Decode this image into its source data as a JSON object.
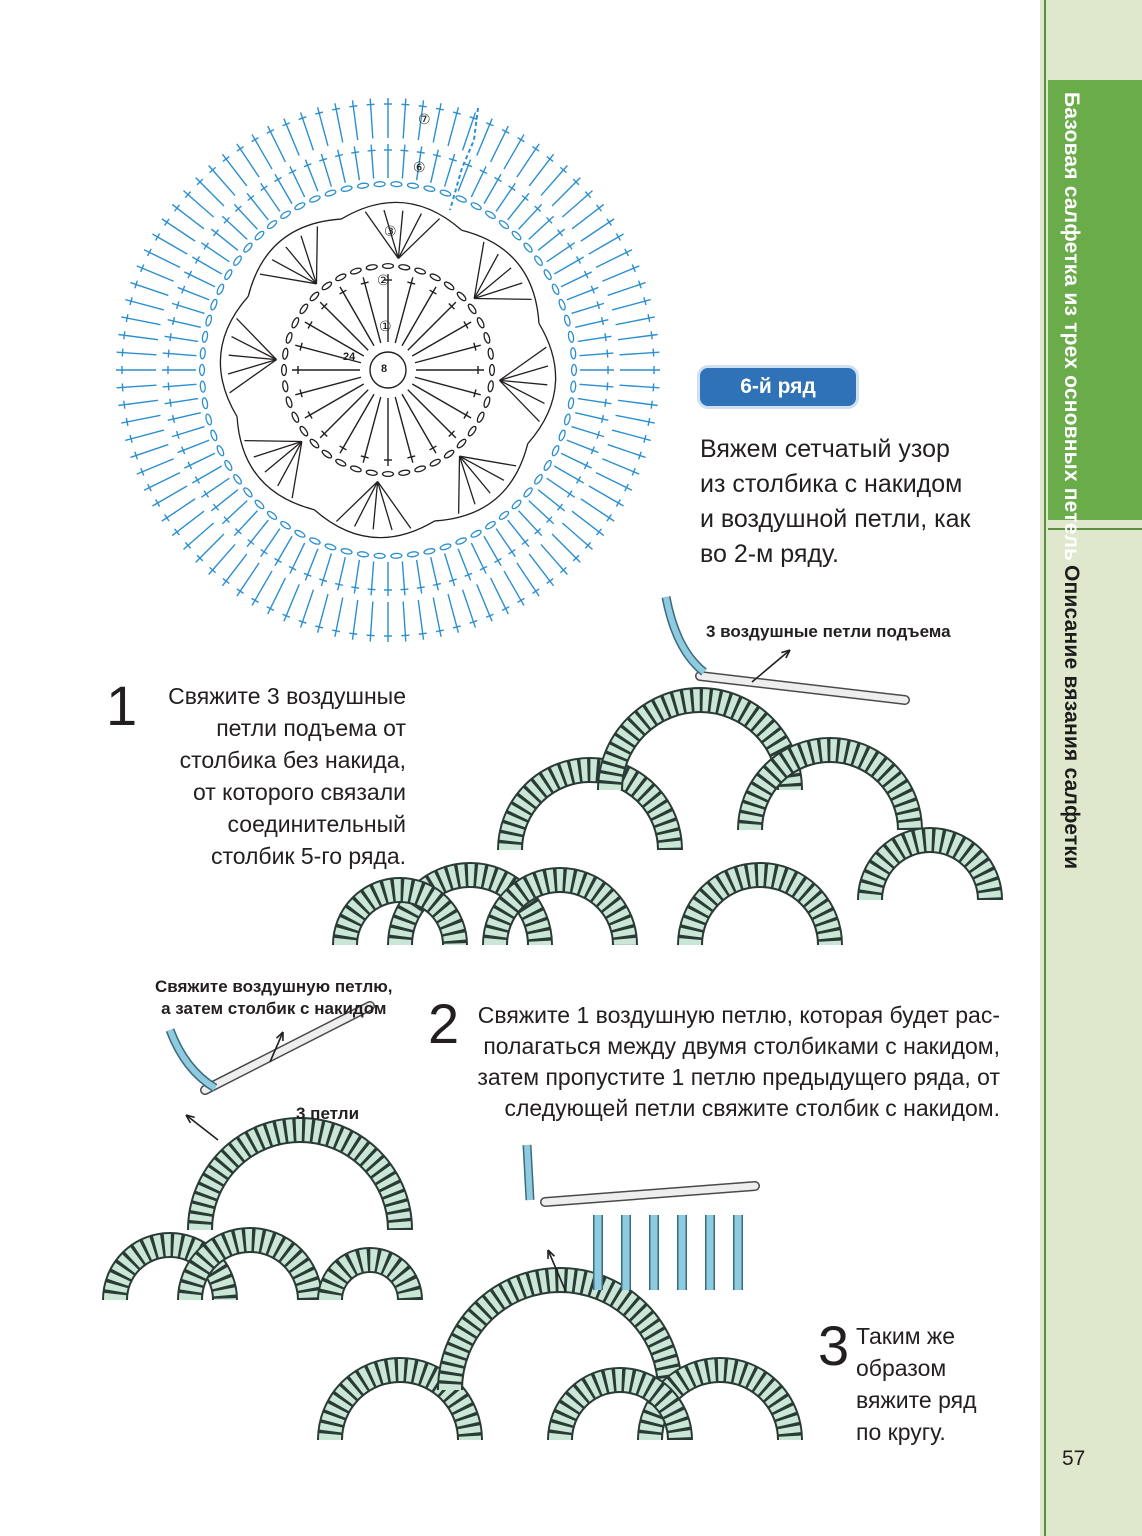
{
  "sidebar": {
    "tab_active": "Базовая салфетка из трех основных петель",
    "tab_inactive": "Описание вязания салфетки",
    "page_number": "57"
  },
  "diagram": {
    "badge": "6-й ряд",
    "ring_labels": [
      "⑦",
      "⑥",
      "③",
      "②",
      "①"
    ],
    "center_label": "8",
    "count_label": "24"
  },
  "intro_lines": [
    "Вяжем сетчатый узор",
    "из столбика с накидом",
    "и воздушной петли, как",
    "во 2-м ряду."
  ],
  "steps": [
    {
      "number": "1",
      "lines": [
        "Свяжите 3 воздушные",
        "петли подъема от",
        "столбика без накида,",
        "от которого связали",
        "соединительный",
        "столбик 5-го ряда."
      ],
      "callout": "3 воздушные петли подъема"
    },
    {
      "number": "2",
      "lines": [
        "Свяжите 1 воздушную петлю, которая будет рас-",
        "полагаться между двумя столбиками с накидом,",
        "затем пропустите 1 петлю предыдущего ряда, от",
        "следующей петли свяжите столбик с накидом."
      ],
      "callout_lines": [
        "Свяжите воздушную петлю,",
        "а затем столбик с накидом"
      ],
      "callout_2": "3 петли"
    },
    {
      "number": "3",
      "lines": [
        "Таким же",
        "образом",
        "вяжите ряд",
        "по кругу."
      ]
    }
  ],
  "colors": {
    "tab_green": "#6aab4a",
    "tab_light": "#dfe7cd",
    "diagram_blue": "#2b8fd0",
    "badge_blue": "#2f72b7",
    "yarn_green": "#c9e6d6",
    "yarn_blue": "#8fcbe0"
  }
}
